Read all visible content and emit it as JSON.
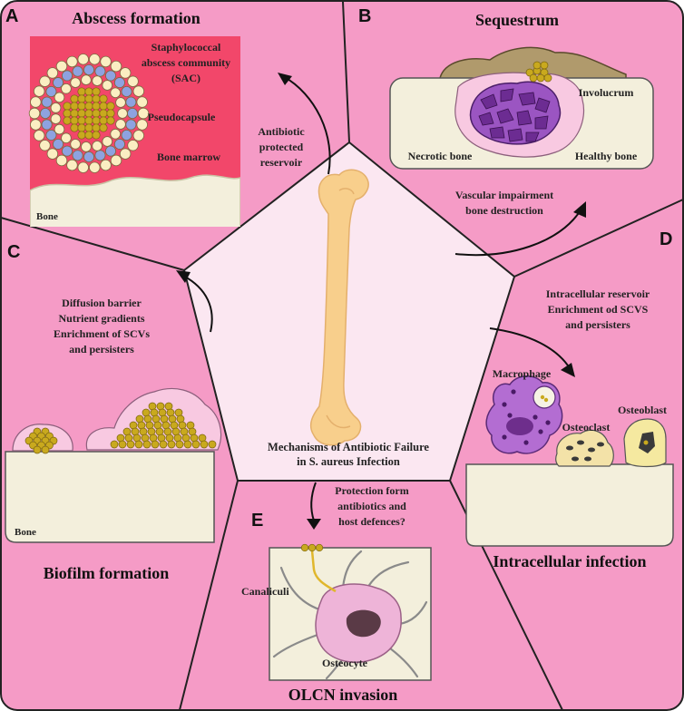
{
  "panels": {
    "a": {
      "letter": "A",
      "title": "Abscess formation",
      "labels": {
        "sac_line1": "Staphylococcal",
        "sac_line2": "abscess community",
        "sac_line3": "(SAC)",
        "pseudocapsule": "Pseudocapsule",
        "bone_marrow": "Bone marrow",
        "bone": "Bone"
      },
      "arrow_text": [
        "Antibiotic",
        "protected",
        "reservoir"
      ]
    },
    "b": {
      "letter": "B",
      "title": "Sequestrum",
      "labels": {
        "involucrum": "Involucrum",
        "necrotic_bone": "Necrotic bone",
        "healthy_bone": "Healthy bone"
      },
      "arrow_text": [
        "Vascular impairment",
        "bone destruction"
      ]
    },
    "c": {
      "letter": "C",
      "title": "Biofilm formation",
      "labels": {
        "bone": "Bone"
      },
      "arrow_text": [
        "Diffusion barrier",
        "Nutrient gradients",
        "Enrichment of SCVs",
        "and persisters"
      ]
    },
    "d": {
      "letter": "D",
      "title": "Intracellular infection",
      "labels": {
        "macrophage": "Macrophage",
        "osteoclast": "Osteoclast",
        "osteoblast": "Osteoblast"
      },
      "arrow_text": [
        "Intracellular reservoir",
        "Enrichment od SCVS",
        "and persisters"
      ]
    },
    "e": {
      "letter": "E",
      "title": "OLCN invasion",
      "labels": {
        "canaliculi": "Canaliculi",
        "osteocyte": "Osteocyte"
      },
      "arrow_text": [
        "Protection form",
        "antibiotics and",
        "host defences?"
      ]
    }
  },
  "center": {
    "caption_line1": "Mechanisms of Antibiotic Failure",
    "caption_line2": "in S. aureus Infection"
  },
  "colors": {
    "outer_pink": "#f59bc6",
    "center_pink": "#fbe7f1",
    "abscess_red": "#f2476a",
    "bone_cream": "#f3efdc",
    "femur": "#f8cf8c",
    "sac_blue": "#8ea2e0",
    "bacteria_gold": "#c9a91e",
    "cell_purple": "#b36dd2",
    "osteocyte_pink": "#eeb4d8"
  }
}
